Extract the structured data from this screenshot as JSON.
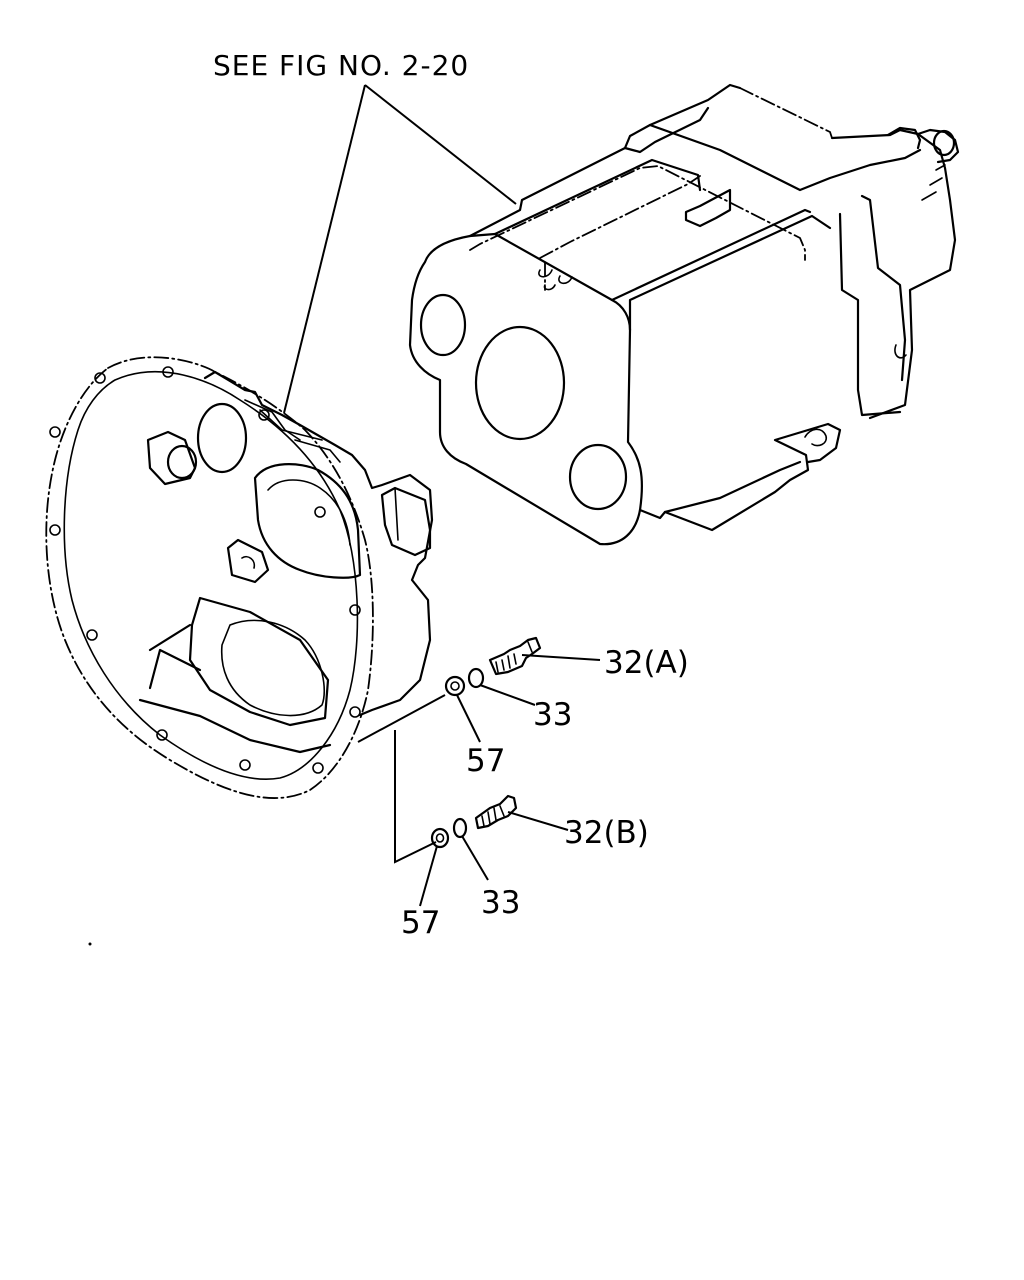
{
  "reference_note": "SEE FIG NO. 2-20",
  "callouts": {
    "stud_a": "32(A)",
    "stud_b": "32(B)",
    "washer_a": "33",
    "washer_b": "33",
    "nut_a": "57",
    "nut_b": "57"
  }
}
